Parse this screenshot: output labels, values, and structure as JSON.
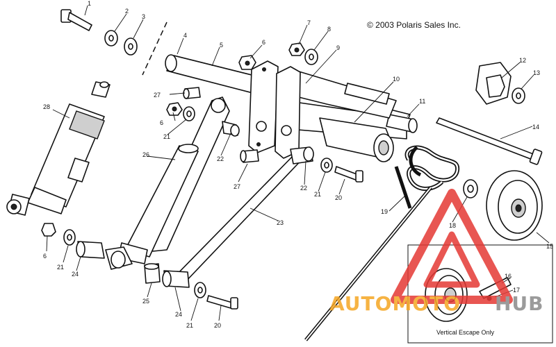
{
  "diagram": {
    "copyright": "© 2003 Polaris Sales Inc.",
    "inset_caption": "Vertical Escape Only",
    "callouts": {
      "c1": "1",
      "c2": "2",
      "c3": "3",
      "c4": "4",
      "c5": "5",
      "c6a": "6",
      "c6b": "6",
      "c6c": "6",
      "c7": "7",
      "c8": "8",
      "c9": "9",
      "c10": "10",
      "c11": "11",
      "c12": "12",
      "c13": "13",
      "c14": "14",
      "c15": "15",
      "c16": "16",
      "c17": "17",
      "c18": "18",
      "c19": "19",
      "c20a": "20",
      "c20b": "20",
      "c21a": "21",
      "c21b": "21",
      "c21c": "21",
      "c21d": "21",
      "c22a": "22",
      "c22b": "22",
      "c23": "23",
      "c24a": "24",
      "c24b": "24",
      "c25": "25",
      "c26": "26",
      "c27a": "27",
      "c27b": "27",
      "c28": "28"
    }
  },
  "watermark": {
    "part1": "AUTOMOTO",
    "part2": "HUB",
    "color_red": "#e53935",
    "color_orange": "#f5a623",
    "color_grey": "#8a8a8a"
  }
}
